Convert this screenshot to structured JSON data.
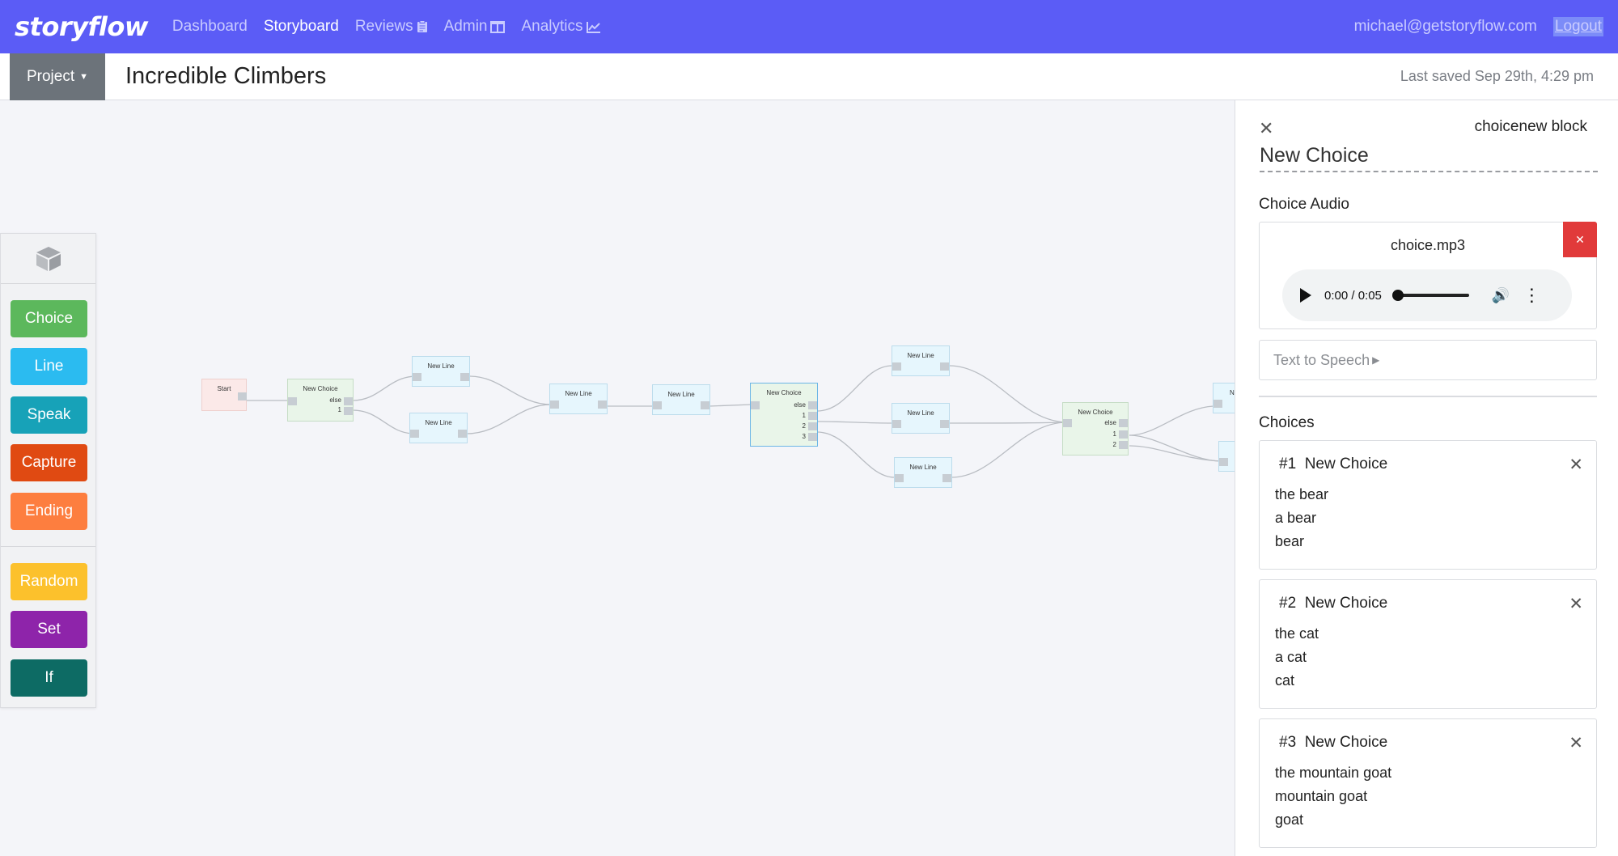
{
  "nav": {
    "brand": "storyflow",
    "links": [
      {
        "label": "Dashboard",
        "icon": ""
      },
      {
        "label": "Storyboard",
        "icon": ""
      },
      {
        "label": "Reviews",
        "icon": "clipboard-icon"
      },
      {
        "label": "Admin",
        "icon": "columns-icon"
      },
      {
        "label": "Analytics",
        "icon": "chart-icon"
      }
    ],
    "user_email": "michael@getstoryflow.com",
    "logout": "Logout"
  },
  "header": {
    "project_button": "Project",
    "title": "Incredible Climbers",
    "last_saved": "Last saved Sep 29th, 4:29 pm"
  },
  "palette": {
    "icon": "cube-icon",
    "blocks": [
      {
        "label": "Choice",
        "color": "#5cb85c"
      },
      {
        "label": "Line",
        "color": "#2bbbf0"
      },
      {
        "label": "Speak",
        "color": "#17a2b8"
      },
      {
        "label": "Capture",
        "color": "#e04a12"
      },
      {
        "label": "Ending",
        "color": "#fd7e3f"
      },
      {
        "label": "Random",
        "color": "#fcc12c"
      },
      {
        "label": "Set",
        "color": "#8e24aa"
      },
      {
        "label": "If",
        "color": "#0d6b64"
      }
    ]
  },
  "canvas": {
    "nodes": {
      "start": "Start",
      "choice1": "New Choice",
      "line_a": "New Line",
      "line_b": "New Line",
      "line_c": "New Line",
      "line_d": "New Line",
      "choice2": "New Choice",
      "line_e": "New Line",
      "line_f": "New Line",
      "line_g": "New Line",
      "choice3": "New Choice",
      "partial_n": "N"
    },
    "ports": {
      "else": "else",
      "one": "1",
      "two": "2",
      "three": "3"
    }
  },
  "panel": {
    "block_type": "choicenew block",
    "block_name": "New Choice",
    "audio_label": "Choice Audio",
    "audio_file": "choice.mp3",
    "audio_time": "0:00 / 0:05",
    "audio_progress": 0,
    "tts_label": "Text to Speech",
    "choices_label": "Choices",
    "choices": [
      {
        "number": "#1",
        "title": "New Choice",
        "phrases": [
          "the bear",
          "a bear",
          "bear"
        ]
      },
      {
        "number": "#2",
        "title": "New Choice",
        "phrases": [
          "the cat",
          "a cat",
          "cat"
        ]
      },
      {
        "number": "#3",
        "title": "New Choice",
        "phrases": [
          "the mountain goat",
          "mountain goat",
          "goat"
        ]
      }
    ]
  }
}
